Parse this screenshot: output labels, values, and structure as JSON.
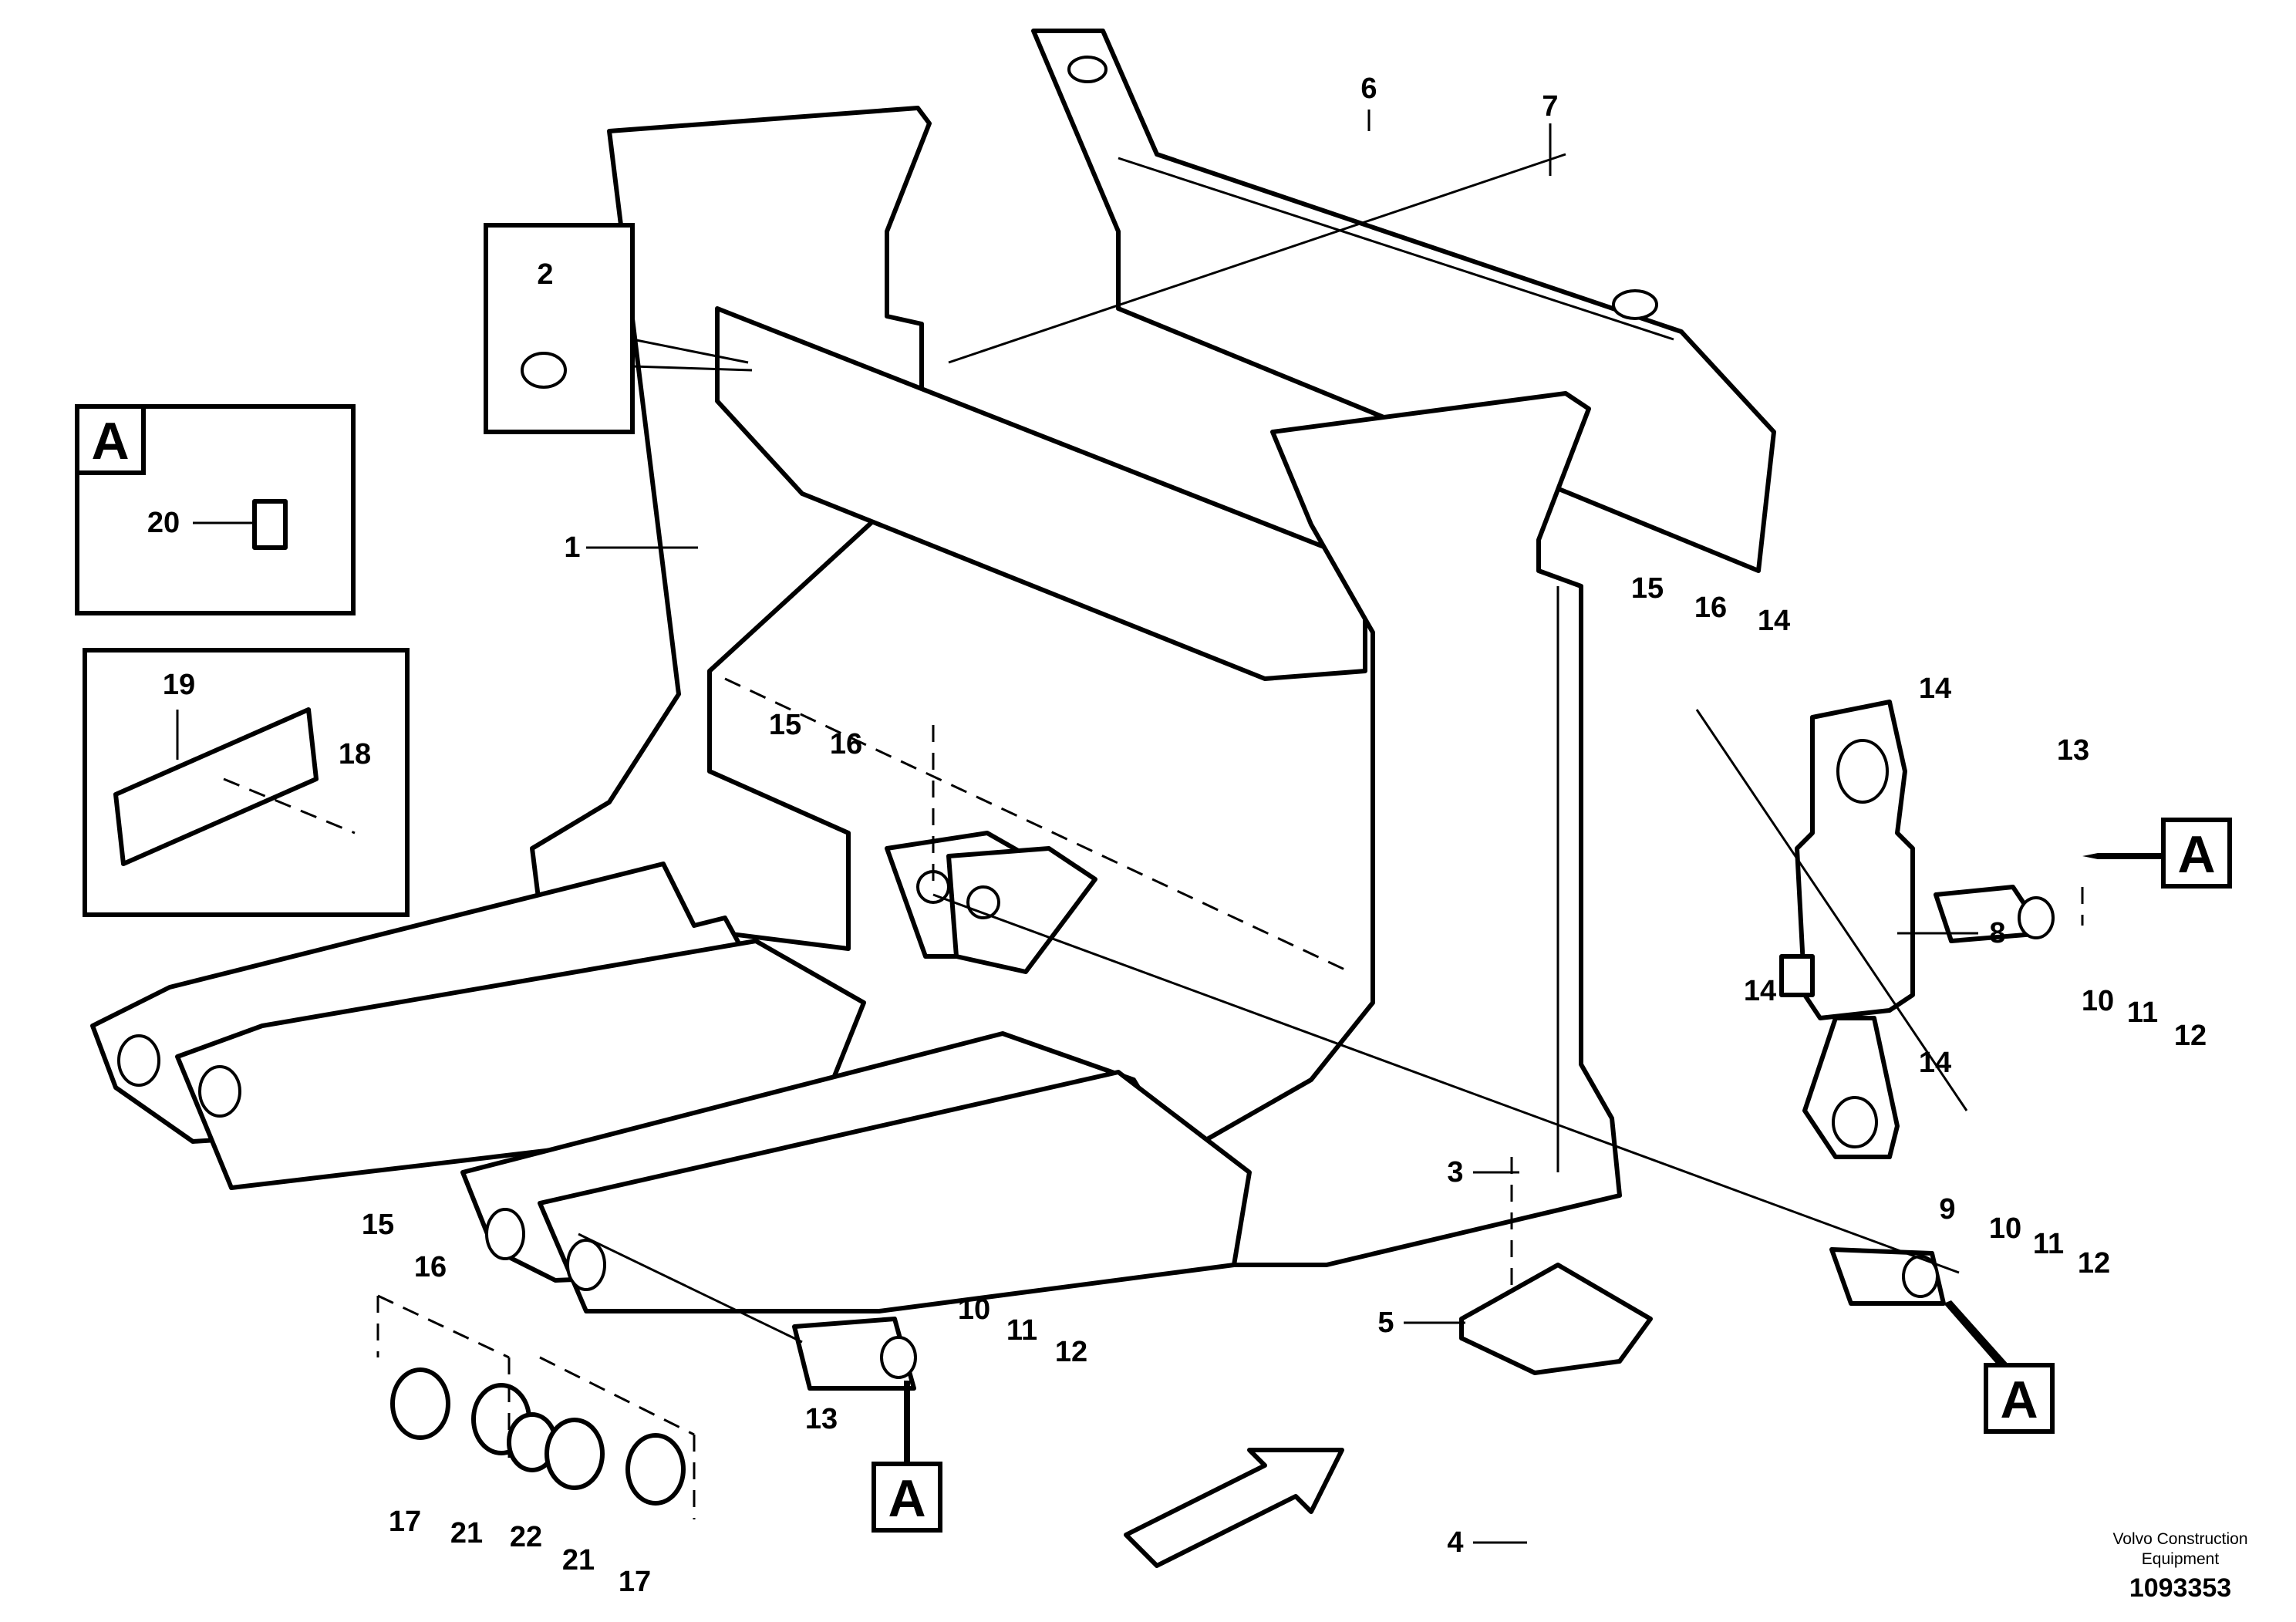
{
  "diagram": {
    "callouts": [
      "1",
      "2",
      "3",
      "4",
      "5",
      "6",
      "7",
      "8",
      "9",
      "10",
      "10",
      "10",
      "11",
      "11",
      "11",
      "12",
      "12",
      "12",
      "13",
      "13",
      "14",
      "14",
      "14",
      "14",
      "15",
      "15",
      "15",
      "16",
      "16",
      "16",
      "17",
      "17",
      "18",
      "19",
      "20",
      "21",
      "21",
      "22"
    ],
    "detail_marker": "A",
    "detail_box_label": "A"
  },
  "footer": {
    "manufacturer": "Volvo Construction Equipment",
    "document_number": "1093353"
  }
}
